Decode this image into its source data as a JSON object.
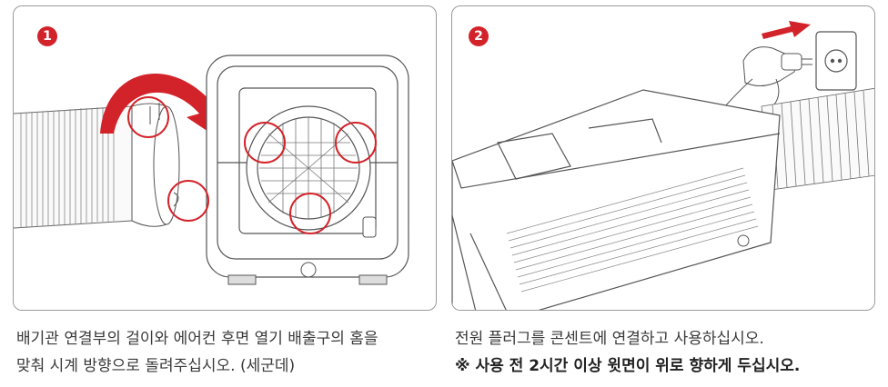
{
  "steps": [
    {
      "number": "1",
      "caption_line1": "배기관 연결부의 걸이와 에어컨 후면 열기 배출구의 홈을",
      "caption_line2": "맞춰 시계 방향으로 돌려주십시오. (세군데)"
    },
    {
      "number": "2",
      "caption_line1": "전원 플러그를 콘센트에 연결하고 사용하십시오.",
      "caption_line2": "※ 사용 전 2시간 이상 윗면이 위로 향하게 두십시오."
    }
  ],
  "colors": {
    "accent": "#d3232a",
    "line": "#555555",
    "border": "#9a9a9a"
  },
  "icons": [
    "rotation-arrow-icon",
    "plug-direction-arrow-icon"
  ]
}
